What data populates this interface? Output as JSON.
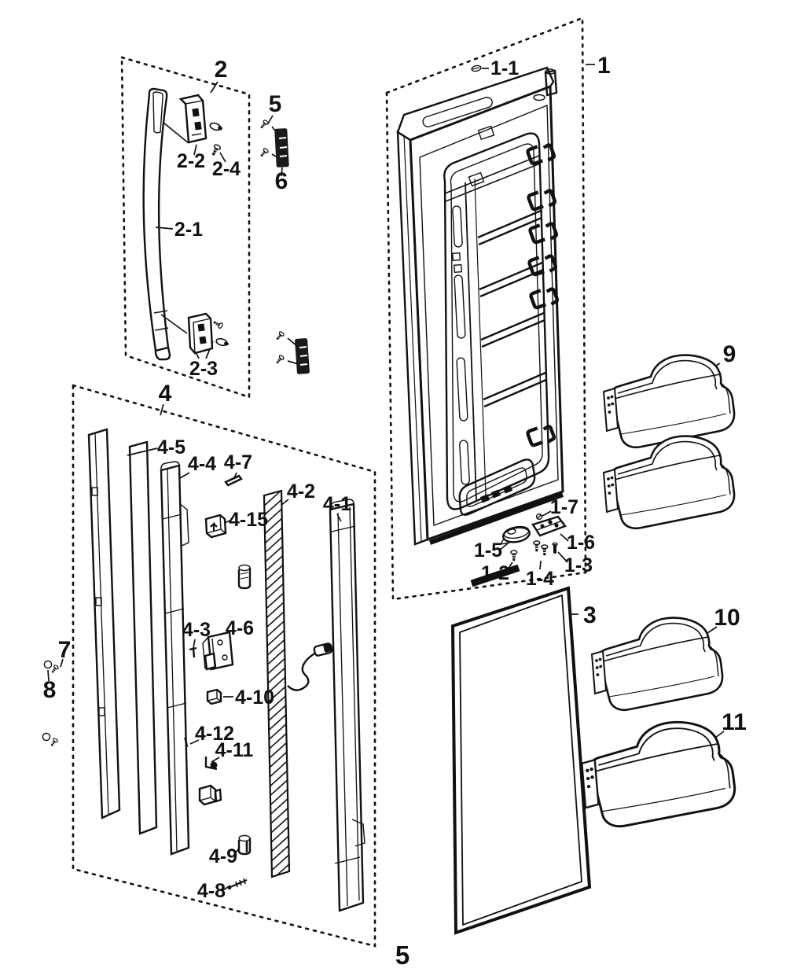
{
  "colors": {
    "paper": "#ffffff",
    "ink": "#111111"
  },
  "labels": {
    "p1": "1",
    "p1_1": "1-1",
    "p1_2": "1-2",
    "p1_3": "1-3",
    "p1_4": "1-4",
    "p1_5": "1-5",
    "p1_6": "1-6",
    "p1_7": "1-7",
    "p2": "2",
    "p2_1": "2-1",
    "p2_2": "2-2",
    "p2_3": "2-3",
    "p2_4": "2-4",
    "p3": "3",
    "p4": "4",
    "p4_1": "4-1",
    "p4_2": "4-2",
    "p4_3": "4-3",
    "p4_4": "4-4",
    "p4_5": "4-5",
    "p4_6": "4-6",
    "p4_7": "4-7",
    "p4_8": "4-8",
    "p4_9": "4-9",
    "p4_10": "4-10",
    "p4_11": "4-11",
    "p4_12": "4-12",
    "p4_15": "4-15",
    "p5_top": "5",
    "p5_bottom": "5",
    "p6": "6",
    "p7": "7",
    "p8": "8",
    "p9": "9",
    "p10": "10",
    "p11": "11"
  }
}
